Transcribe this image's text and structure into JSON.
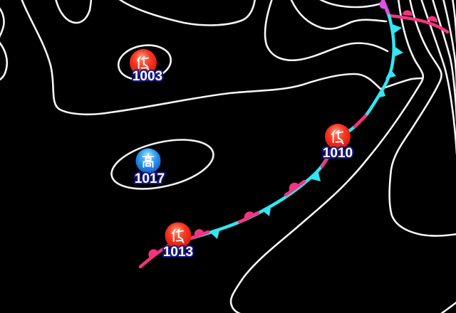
{
  "map": {
    "background": "#000000",
    "isobar_color": "#ffffff"
  },
  "fronts": {
    "warm_color": "#f5337f",
    "cold_color": "#31e6f2",
    "occluded_color": "#de52e4"
  },
  "label_style": {
    "text_color": "#ffffff",
    "outline_color": "#191980"
  },
  "systems": [
    {
      "id": "low-1003",
      "kind": "low",
      "symbol": "低",
      "pressure": "1003"
    },
    {
      "id": "high-1017",
      "kind": "high",
      "symbol": "高",
      "pressure": "1017"
    },
    {
      "id": "low-1010",
      "kind": "low",
      "symbol": "低",
      "pressure": "1010"
    },
    {
      "id": "low-1013",
      "kind": "low",
      "symbol": "低",
      "pressure": "1013"
    }
  ]
}
